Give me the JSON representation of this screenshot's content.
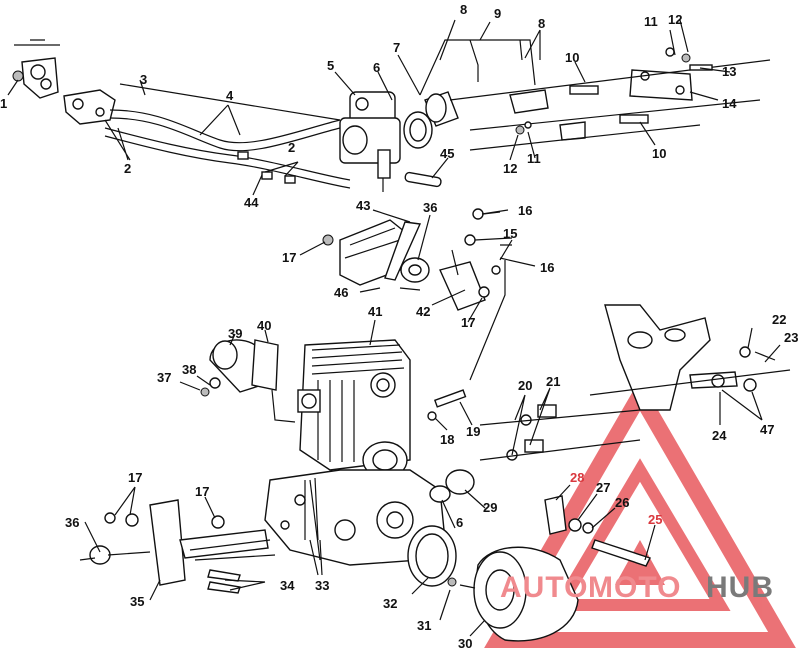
{
  "diagram": {
    "labels": {
      "l1": "1",
      "l2a": "2",
      "l2b": "2",
      "l3": "3",
      "l4": "4",
      "l5": "5",
      "l6a": "6",
      "l6b": "6",
      "l7": "7",
      "l8a": "8",
      "l8b": "8",
      "l9": "9",
      "l10a": "10",
      "l10b": "10",
      "l11a": "11",
      "l11b": "11",
      "l12a": "12",
      "l12b": "12",
      "l13": "13",
      "l14": "14",
      "l15": "15",
      "l16a": "16",
      "l16b": "16",
      "l17a": "17",
      "l17b": "17",
      "l17c": "17",
      "l17d": "17",
      "l18": "18",
      "l19": "19",
      "l20": "20",
      "l21": "21",
      "l22": "22",
      "l23": "23",
      "l24": "24",
      "l25": "25",
      "l26": "26",
      "l27": "27",
      "l28": "28",
      "l29": "29",
      "l30": "30",
      "l31": "31",
      "l32": "32",
      "l33": "33",
      "l34": "34",
      "l35": "35",
      "l36a": "36",
      "l36b": "36",
      "l37": "37",
      "l38": "38",
      "l39": "39",
      "l40": "40",
      "l41": "41",
      "l42": "42",
      "l43": "43",
      "l44": "44",
      "l45": "45",
      "l46": "46",
      "l47": "47"
    },
    "watermark": {
      "part_a": "AUTO",
      "part_b": "MOTO",
      "part_c": "HUB"
    },
    "colors": {
      "ink": "#111111",
      "watermark_red": "#e8595e",
      "watermark_gray": "#7a7a7a"
    }
  }
}
